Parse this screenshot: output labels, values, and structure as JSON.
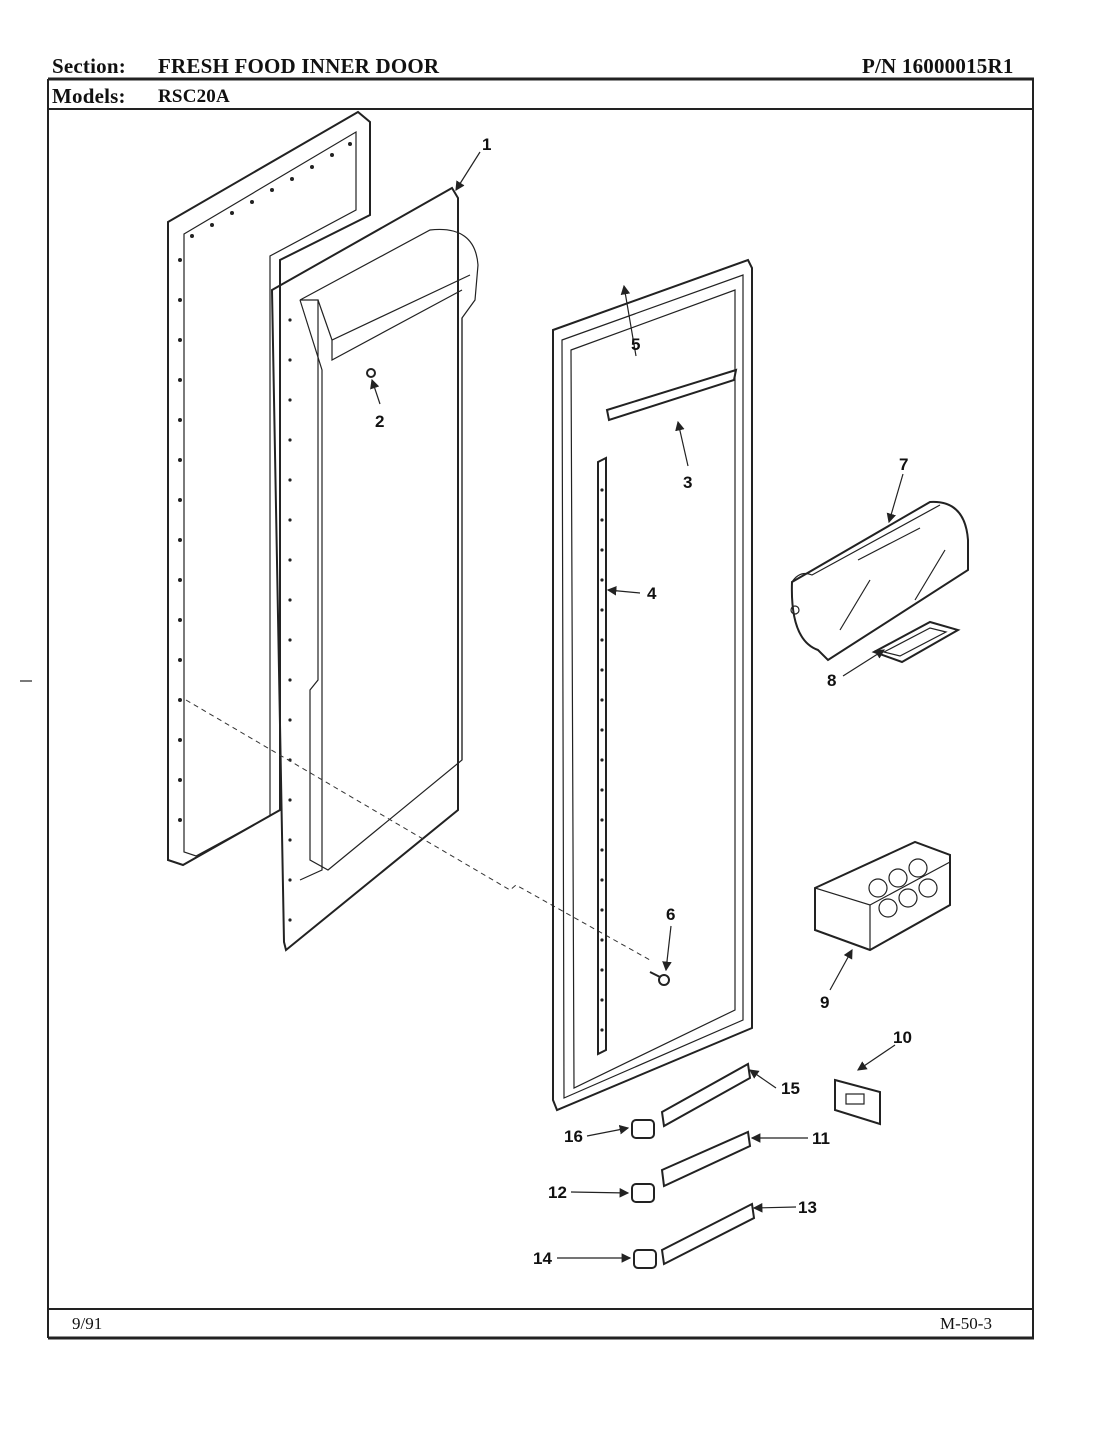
{
  "header": {
    "section_label": "Section:",
    "section_title": "FRESH FOOD INNER DOOR",
    "part_number": "P/N 16000015R1",
    "models_label": "Models:",
    "models_value": "RSC20A"
  },
  "footer": {
    "date": "9/91",
    "page_code": "M-50-3"
  },
  "callouts": {
    "c1": "1",
    "c2": "2",
    "c3": "3",
    "c4": "4",
    "c5": "5",
    "c6": "6",
    "c7": "7",
    "c8": "8",
    "c9": "9",
    "c10": "10",
    "c11": "11",
    "c12": "12",
    "c13": "13",
    "c14": "14",
    "c15": "15",
    "c16": "16"
  }
}
